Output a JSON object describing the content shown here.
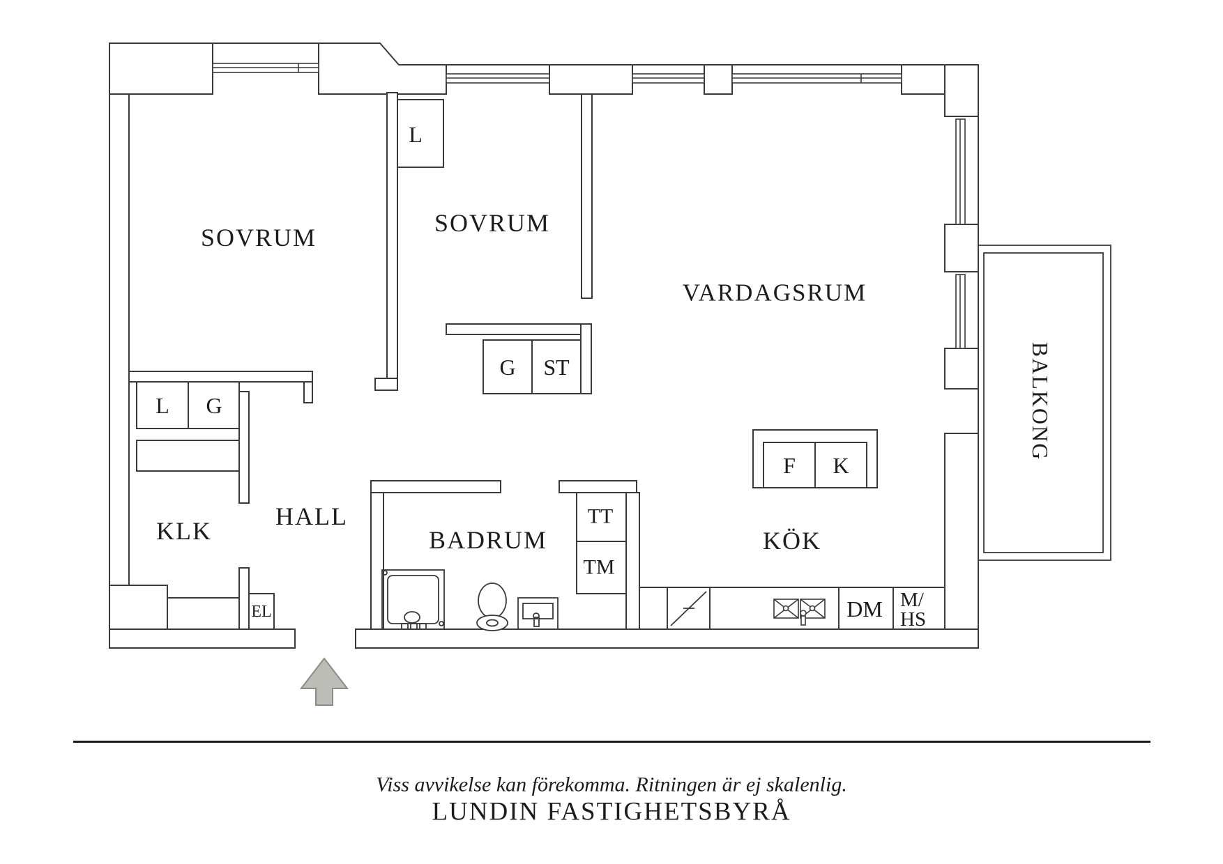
{
  "rooms": {
    "sovrum1": "SOVRUM",
    "sovrum2": "SOVRUM",
    "vardagsrum": "VARDAGSRUM",
    "hall": "HALL",
    "klk": "KLK",
    "badrum": "BADRUM",
    "kok": "KÖK",
    "balkong": "BALKONG"
  },
  "closets": {
    "l_sovrum2": "L",
    "l_left": "L",
    "g_left": "G",
    "g_mid": "G",
    "st": "ST",
    "tt": "TT",
    "tm": "TM",
    "el": "EL"
  },
  "appliances": {
    "fridge": "F",
    "freezer": "K",
    "dishwasher": "DM",
    "mhs_line1": "M/",
    "mhs_line2": "HS"
  },
  "icons": {
    "entrance": "entrance-arrow-icon",
    "shower": "shower-icon",
    "toilet": "toilet-icon",
    "washbasin": "washbasin-icon",
    "stove": "stove-icon",
    "kitchen_sink": "kitchen-sink-icon",
    "windows": "window-icon"
  },
  "footer": {
    "disclaimer": "Viss avvikelse kan förekomma. Ritningen är ej skalenlig.",
    "agency": "LUNDIN FASTIGHETSBYRÅ"
  },
  "colors": {
    "background": "#ffffff",
    "line": "#3a3a3a",
    "text": "#1c1c1c",
    "arrow_fill": "#bdbdb7",
    "arrow_stroke": "#8c8c86"
  }
}
